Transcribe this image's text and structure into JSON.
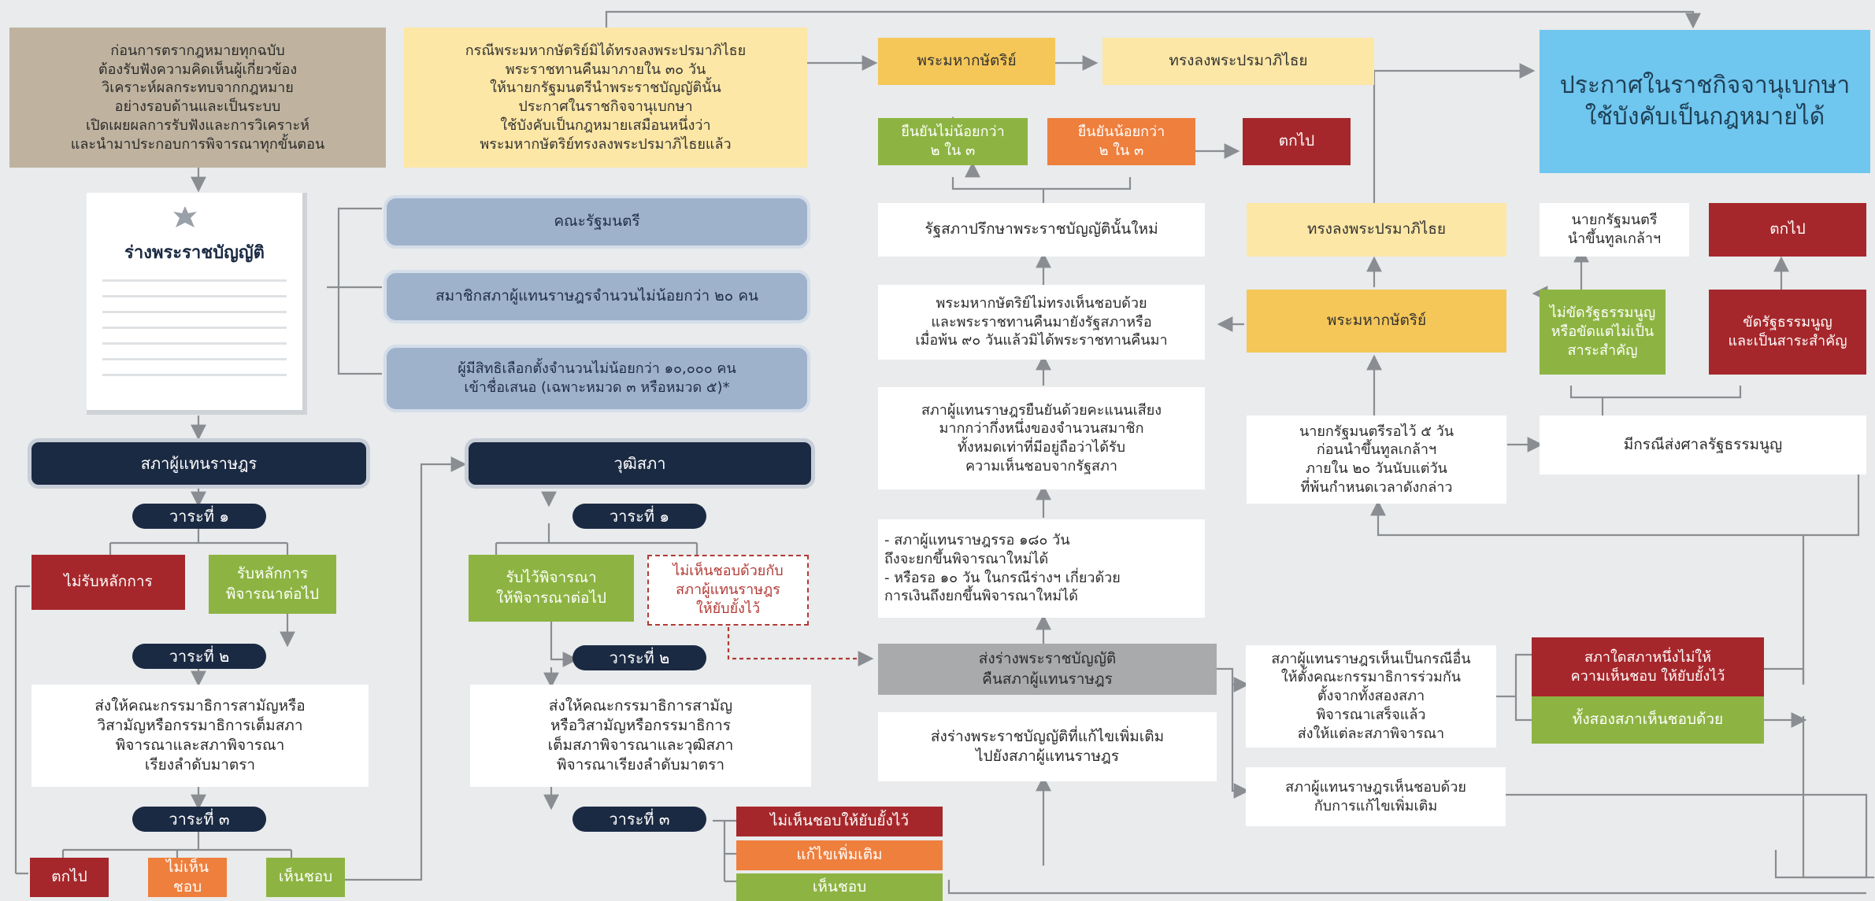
{
  "intro_note": "ก่อนการตรากฎหมายทุกฉบับ\nต้องรับฟังความคิดเห็นผู้เกี่ยวข้อง\nวิเคราะห์ผลกระทบจากกฎหมาย\nอย่างรอบด้านและเป็นระบบ\nเปิดเผยผลการรับฟังและการวิเคราะห์\nและนำมาประกอบการพิจารณาทุกขั้นตอน",
  "bill_title": "ร่างพระราชบัญญัติ",
  "proposers": {
    "cabinet": "คณะรัฐมนตรี",
    "mps": "สมาชิกสภาผู้แทนราษฎรจำนวนไม่น้อยกว่า ๒๐ คน",
    "voters": "ผู้มีสิทธิเลือกตั้งจำนวนไม่น้อยกว่า ๑๐,๐๐๐ คน\nเข้าชื่อเสนอ (เฉพาะหมวด ๓ หรือหมวด ๕)*"
  },
  "house": {
    "title": "สภาผู้แทนราษฎร",
    "reading1": "วาระที่ ๑",
    "reject": "ไม่รับหลักการ",
    "accept": "รับหลักการ\nพิจารณาต่อไป",
    "reading2": "วาระที่ ๒",
    "committee": "ส่งให้คณะกรรมาธิการสามัญหรือ\nวิสามัญหรือกรรมาธิการเต็มสภา\nพิจารณาและสภาพิจารณา\nเรียงลำดับมาตรา",
    "reading3": "วาระที่ ๓",
    "fail": "ตกไป",
    "disagree": "ไม่เห็นชอบ",
    "agree": "เห็นชอบ"
  },
  "senate": {
    "title": "วุฒิสภา",
    "reading1": "วาระที่ ๑",
    "accept": "รับไว้พิจารณา\nให้พิจารณาต่อไป",
    "disagree_note": "ไม่เห็นชอบด้วยกับ\nสภาผู้แทนราษฎร\nให้ยับยั้งไว้",
    "reading2": "วาระที่ ๒",
    "committee": "ส่งให้คณะกรรมาธิการสามัญ\nหรือวิสามัญหรือกรรมาธิการ\nเต็มสภาพิจารณาและวุฒิสภา\nพิจารณาเรียงลำดับมาตรา",
    "reading3": "วาระที่ ๓",
    "veto": "ไม่เห็นชอบให้ยับยั้งไว้",
    "amend": "แก้ไขเพิ่มเติม",
    "agree": "เห็นชอบ"
  },
  "middle": {
    "no_royal_assent": "กรณีพระมหากษัตริย์มิได้ทรงลงพระปรมาภิไธย\nพระราชทานคืนมาภายใน ๓๐ วัน\nให้นายกรัฐมนตรีนำพระราชบัญญัตินั้น\nประกาศในราชกิจจานุเบกษา\nใช้บังคับเป็นกฎหมายเสมือนหนึ่งว่า\nพระมหากษัตริย์ทรงลงพระปรมาภิไธยแล้ว",
    "king_top": "พระมหากษัตริย์",
    "sign_top": "ทรงลงพระปรมาภิไธย",
    "affirm_two_thirds": "ยืนยันไม่น้อยกว่า\n๒ ใน ๓",
    "affirm_less": "ยืนยันน้อยกว่า\n๒ ใน ๓",
    "fail_top": "ตกไป",
    "reconsider": "รัฐสภาปรึกษาพระราชบัญญัตินั้นใหม่",
    "king_disagree": "พระมหากษัตริย์ไม่ทรงเห็นชอบด้วย\nและพระราชทานคืนมายังรัฐสภาหรือ\nเมื่อพ้น ๙๐ วันแล้วมิได้พระราชทานคืนมา",
    "house_reaffirm": "สภาผู้แทนราษฎรยืนยันด้วยคะแนนเสียง\nมากกว่ากึ่งหนึ่งของจำนวนสมาชิก\nทั้งหมดเท่าที่มีอยู่ถือว่าได้รับ\nความเห็นชอบจากรัฐสภา",
    "wait_period": "- สภาผู้แทนราษฎรรอ ๑๘๐ วัน\n  ถึงจะยกขึ้นพิจารณาใหม่ได้\n- หรือรอ ๑๐ วัน ในกรณีร่างฯ เกี่ยวด้วย\n  การเงินถึงยกขึ้นพิจารณาใหม่ได้",
    "return_to_house": "ส่งร่างพระราชบัญญัติ\nคืนสภาผู้แทนราษฎร",
    "send_amended": "ส่งร่างพระราชบัญญัติที่แก้ไขเพิ่มเติม\nไปยังสภาผู้แทนราษฎร"
  },
  "right": {
    "publish": "ประกาศในราชกิจจานุเบกษา\nใช้บังคับเป็นกฎหมายได้",
    "royal_sign": "ทรงลงพระปรมาภิไธย",
    "pm_present": "นายกรัฐมนตรี\nนำขึ้นทูลเกล้าฯ",
    "fail": "ตกไป",
    "king": "พระมหากษัตริย์",
    "not_unconstitutional": "ไม่ขัดรัฐธรรมนูญ\nหรือขัดแต่ไม่เป็น\nสาระสำคัญ",
    "unconstitutional": "ขัดรัฐธรรมนูญ\nและเป็นสาระสำคัญ",
    "pm_wait": "นายกรัฐมนตรีรอไว้ ๕ วัน\nก่อนนำขึ้นทูลเกล้าฯ\nภายใน ๒๐ วันนับแต่วัน\nที่พ้นกำหนดเวลาดังกล่าว",
    "court_referral": "มีกรณีส่งศาลรัฐธรรมนูญ",
    "joint_committee": "สภาผู้แทนราษฎรเห็นเป็นกรณีอื่น\nให้ตั้งคณะกรรมาธิการร่วมกัน\nตั้งจากทั้งสองสภา\nพิจารณาเสร็จแล้ว\nส่งให้แต่ละสภาพิจารณา",
    "one_disagrees": "สภาใดสภาหนึ่งไม่ให้\nความเห็นชอบ ให้ยับยั้งไว้",
    "both_agree": "ทั้งสองสภาเห็นชอบด้วย",
    "house_agrees_amend": "สภาผู้แทนราษฎรเห็นชอบด้วย\nกับการแก้ไขเพิ่มเติม"
  },
  "colors": {
    "navy": "#1b2a43",
    "green": "#8db442",
    "orange": "#ee7f3d",
    "red": "#a6272b",
    "yellow": "#f5c758",
    "cream": "#fde7a6",
    "sky": "#6fc6ef",
    "tan": "#bfb39f",
    "grey": "#a9aaac"
  }
}
